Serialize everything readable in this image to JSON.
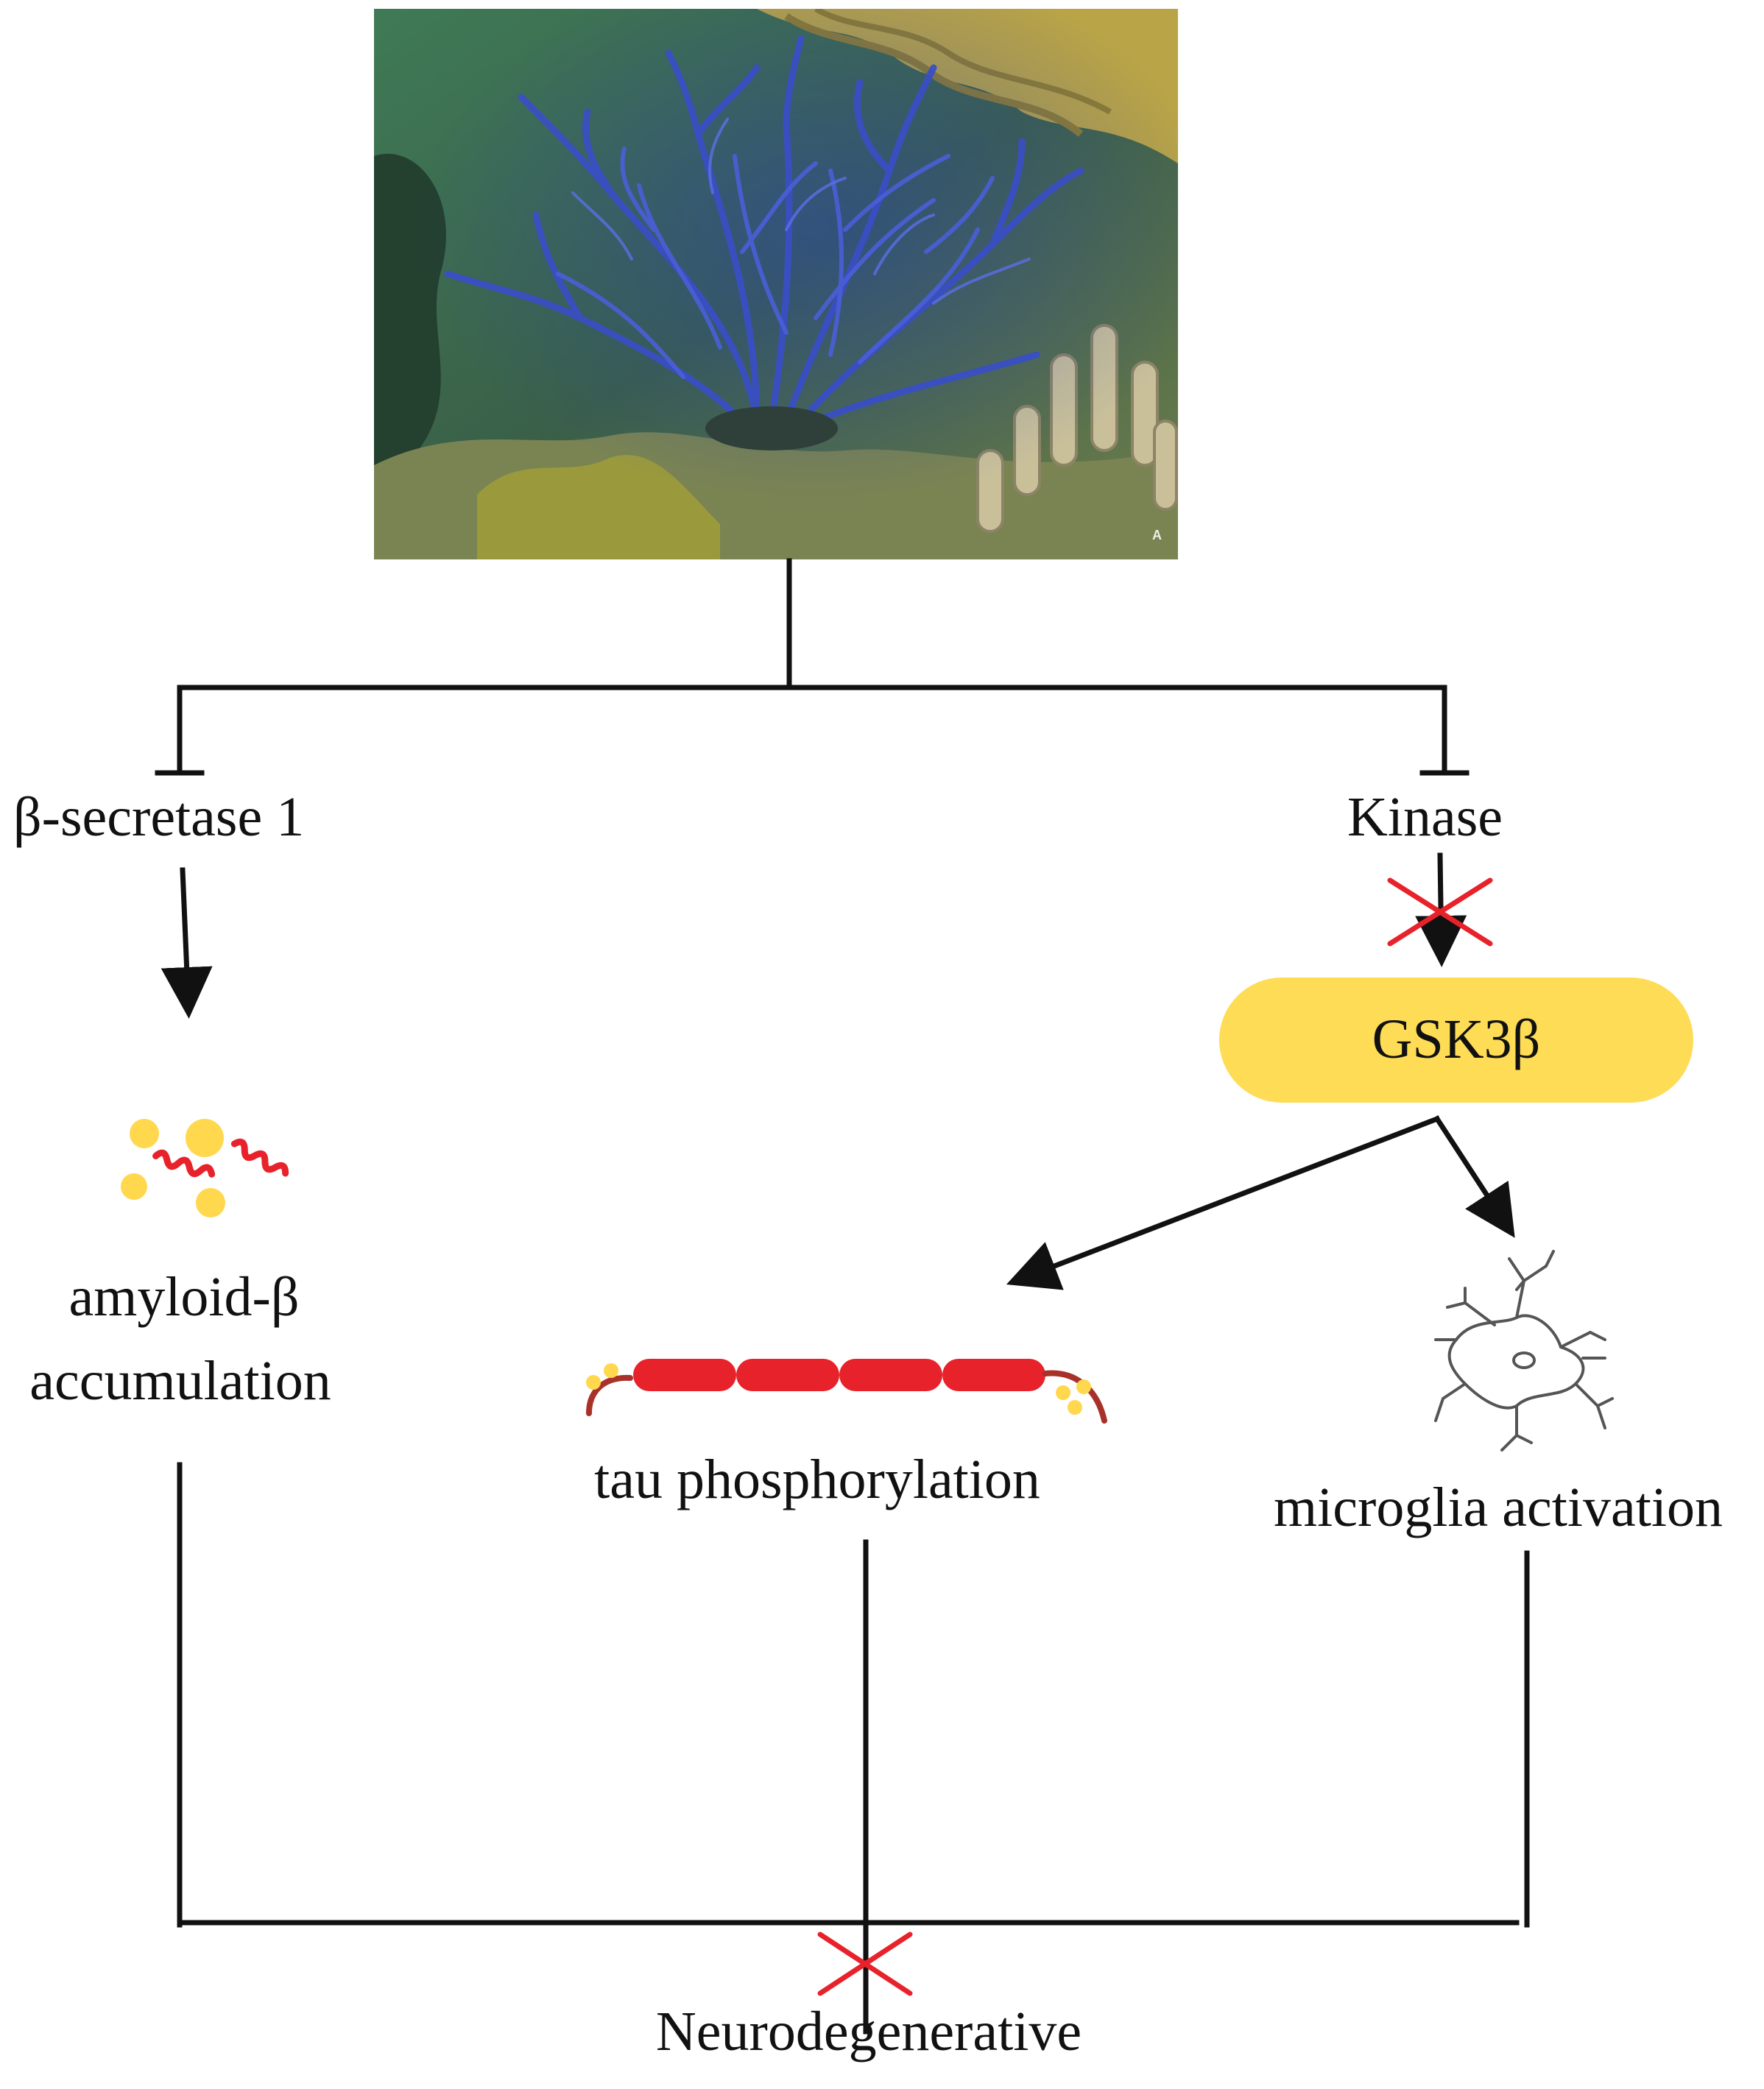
{
  "photo": {
    "corner_label": "A",
    "subject": "blue coral on reef"
  },
  "nodes": {
    "bace1": "β-secretase 1",
    "kinase": "Kinase",
    "gsk3b": "GSK3β",
    "amyloid_line1": "amyloid-β",
    "amyloid_line2": "accumulation",
    "tau": "tau phosphorylation",
    "microglia": "microglia activation",
    "outcome": "Neurodegenerative"
  },
  "colors": {
    "line": "#111111",
    "gsk3b_fill": "#FFDC55",
    "inhibit_cross": "#E8222B",
    "amyloid_dot": "#FFD84D",
    "amyloid_coil": "#E8222B",
    "tau_segment": "#E8222B",
    "tau_tail": "#A8322A",
    "microglia_stroke": "#555555"
  },
  "icons": {
    "amyloid": "amyloid-beta-cluster-icon",
    "tau": "tau-protein-chain-icon",
    "microglia": "microglia-cell-icon",
    "block": "inhibition-cross-icon"
  }
}
